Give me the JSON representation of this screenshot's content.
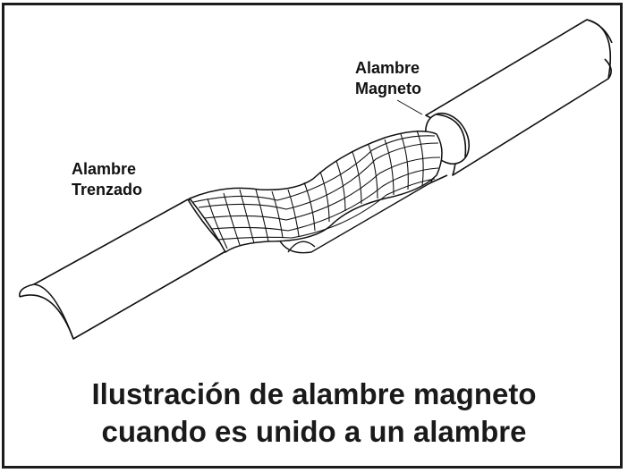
{
  "labels": {
    "magnet_wire": [
      "Alambre",
      "Magneto"
    ],
    "braided_wire": [
      "Alambre",
      "Trenzado"
    ]
  },
  "caption": {
    "line1": "Ilustración de alambre magneto",
    "line2": "cuando es unido a un alambre"
  },
  "colors": {
    "border": "#1c1c1c",
    "line": "#111111",
    "background": "#ffffff"
  }
}
